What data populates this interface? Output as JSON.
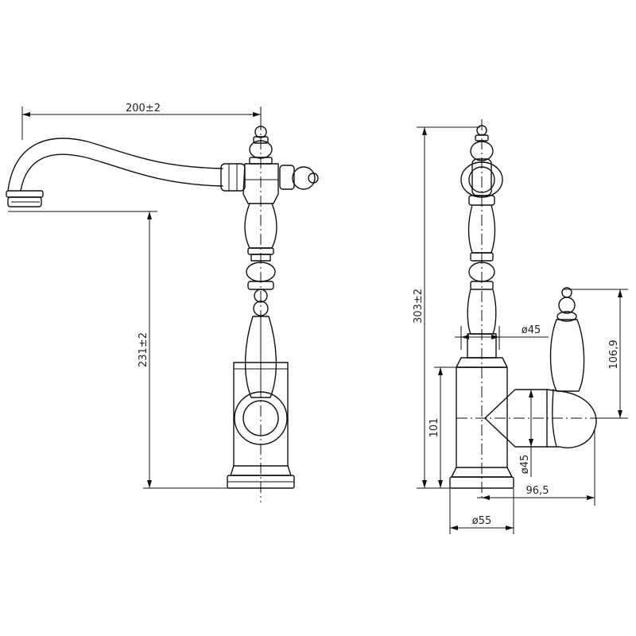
{
  "drawing": {
    "front_view": {
      "spout_reach_label": "200±2",
      "height_to_spout_label": "231±2"
    },
    "side_view": {
      "total_height_label": "303±2",
      "upper_diameter_label": "ø45",
      "lever_height_label": "106,9",
      "body_height_label": "101",
      "body_diameter_label": "ø45",
      "lever_offset_label": "96,5",
      "base_diameter_label": "ø55"
    }
  }
}
